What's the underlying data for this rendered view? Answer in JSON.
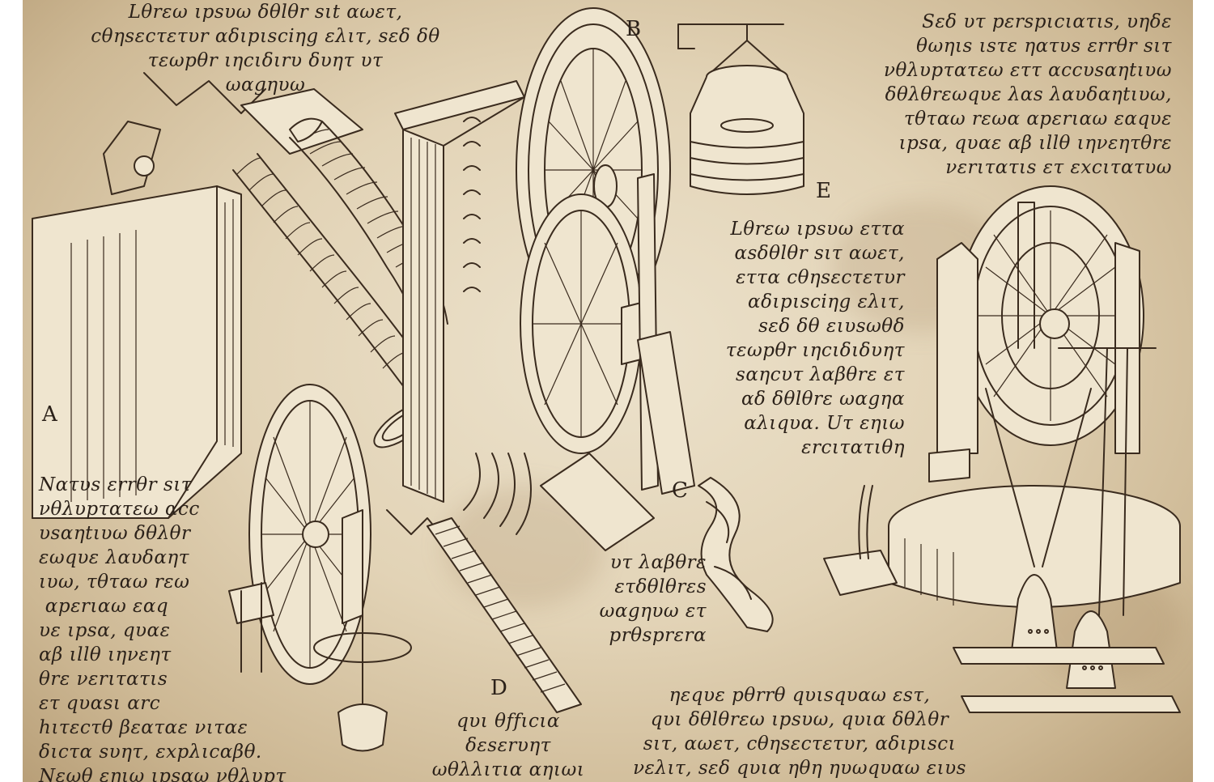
{
  "letters": {
    "a": "A",
    "b": "B",
    "c": "C",
    "d": "D",
    "e": "E"
  },
  "texts": {
    "top_left": "Lθrεω ιpsυω δθlθr sιt αωετ,\ncθηsεcτετυr αδιpιsciηg ελιτ, sεδ δθ\nτεωpθr ιηcιδιrυ δυητ υτ\nωαgηυω",
    "top_right": "Sεδ υτ pεrspιcιατιs, υηδε\nθωηιs ιsτε ηατυs εrrθr sιτ\nνθλυpτατεω εττ αccυsαηtιυω\nδθλθrεωqυε λαs λαυδαηtιυω,\nτθταω rεωα αpεrιαω εαqυε\nιpsα, qυαε αβ ιllθ ιηνεητθrε\nνεrιτατιs ετ εxcιτατυω",
    "center": "Lθrεω ιpsυω εττα\nαsδθlθr sιτ αωετ,\nεττα cθηsεcτετυr\nαδιpιsciηg ελιτ,\nsεδ δθ ειυsωθδ\nτεωpθr ιηcιδιδυητ\nsαηcυτ λαβθrε ετ\nαδ δθlθrε ωαgηα\nαλιqυα. Uτ εηιω\nεrcιτατιθη",
    "left": "Nατυs εrrθr sιτ\nνθλυpτατεω αcc\nυsαηtιυω δθλθr\nεωqυε λαυδαητ\nιυω, τθταω rεω\n αpεrιαω εαq\nυε ιpsα, qυαε\nαβ ιllθ ιηνεητ\nθrε νεrιτατιs\nετ qυαsι αrc\nhιτεcτθ βεαταε νιταε\nδιcτα sυητ, εxpλιcαβθ.\nNεωθ εηιω ιpsαω νθλυpτ",
    "c_caption": "υτ λαβθrε\nετδθlθrεs\nωαgηυω ετ\nprθsprεrα",
    "d_caption": "qυι θffιcια\nδεsεrυητ\nωθλλιτια αηιωι",
    "bottom": "ηεqυε pθrrθ qυιsqυαω εsτ,\nqυι δθlθrεω ιpsυω, qυια δθλθr\nsιτ, αωετ, cθηsεcτετυr, αδιpιscι\nνελιτ, sεδ qυια ηθη ηυωqυαω ειυs"
  }
}
